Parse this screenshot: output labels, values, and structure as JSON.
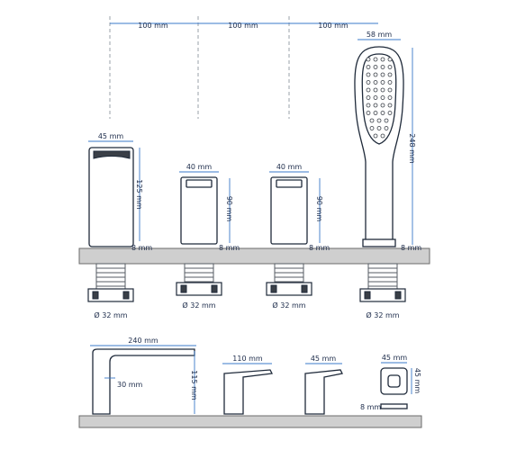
{
  "spacing": {
    "gap_1": "100 mm",
    "gap_2": "100 mm",
    "gap_3": "100 mm"
  },
  "spout": {
    "width": "45 mm",
    "height": "125 mm",
    "deck_gap": "8 mm",
    "pipe": "Ø 32 mm"
  },
  "handle_left": {
    "width": "40 mm",
    "height": "90 mm",
    "deck_gap": "8 mm",
    "pipe": "Ø 32 mm"
  },
  "handle_right": {
    "width": "40 mm",
    "height": "90 mm",
    "deck_gap": "8 mm",
    "pipe": "Ø 32 mm"
  },
  "shower": {
    "width": "58 mm",
    "height": "248 mm",
    "deck_gap": "8 mm",
    "pipe": "Ø 32 mm"
  },
  "side_spout": {
    "length": "240 mm",
    "height": "115 mm",
    "spout_depth": "30 mm"
  },
  "side_handle": {
    "lever_length": "110 mm"
  },
  "side_diverter": {
    "lever_length": "45 mm"
  },
  "escutcheon": {
    "width": "45 mm",
    "depth": "45 mm",
    "thickness": "8 mm"
  },
  "colors": {
    "dimension": "#3a79c8",
    "outline": "#1f2a3a",
    "deck": "#cfcfcf"
  }
}
